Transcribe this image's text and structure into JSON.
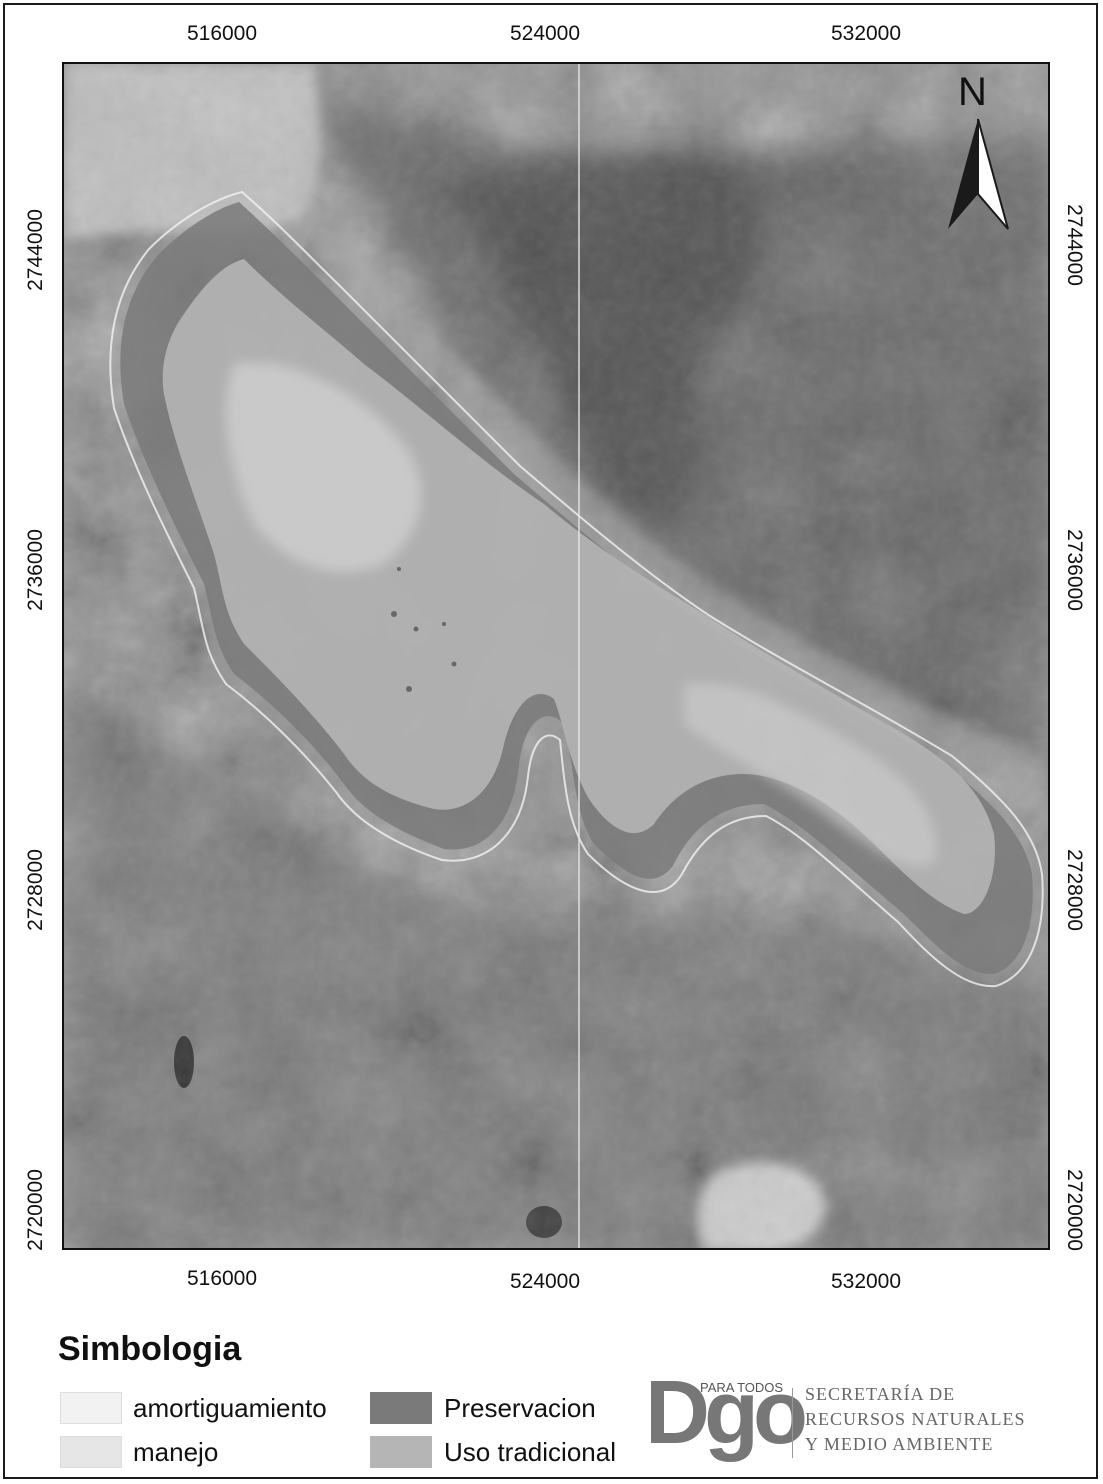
{
  "map": {
    "top_ticks": [
      "516000",
      "524000",
      "532000"
    ],
    "bottom_ticks": [
      "516000",
      "524000",
      "532000"
    ],
    "left_ticks": [
      "2744000",
      "2736000",
      "2728000",
      "2720000"
    ],
    "right_ticks": [
      "2744000",
      "2736000",
      "2728000",
      "2720000"
    ],
    "north_label": "N"
  },
  "legend": {
    "title": "Simbologia",
    "items": [
      {
        "label": "amortiguamiento",
        "color": "#f2f2f2"
      },
      {
        "label": "manejo",
        "color": "#e6e6e6"
      },
      {
        "label": "Preservacion",
        "color": "#7a7a7a"
      },
      {
        "label": "Uso tradicional",
        "color": "#b5b5b5"
      }
    ]
  },
  "logo": {
    "brand": "Dgo",
    "tagline": "PARA TODOS",
    "agency_lines": [
      "SECRETARÍA DE",
      "RECURSOS NATURALES",
      "Y MEDIO AMBIENTE"
    ]
  },
  "colors": {
    "terrain_dark": "#555555",
    "terrain_mid": "#8c8c8c",
    "terrain_light": "#c4c4c4",
    "preservation": "#7a7a7a",
    "uso_tradicional": "#b5b5b5"
  }
}
